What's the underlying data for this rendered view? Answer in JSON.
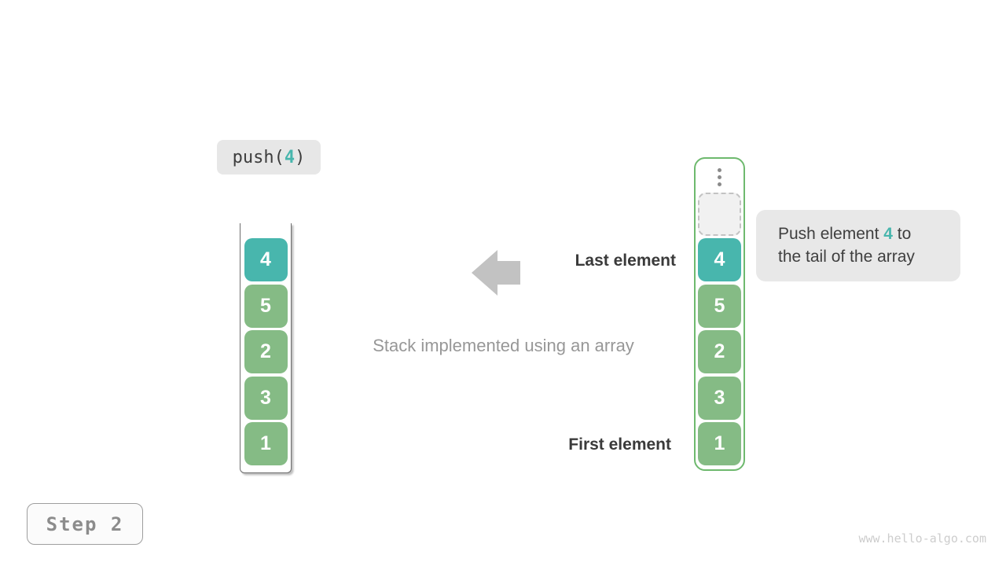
{
  "colors": {
    "teal": "#48b6ad",
    "green": "#85bb85",
    "green-border": "#6eb96e",
    "arrow-gray": "#c2c2c2"
  },
  "push_call": {
    "prefix": "push(",
    "arg": "4",
    "suffix": ")"
  },
  "left_stack": {
    "items": [
      {
        "value": "4",
        "highlight": true
      },
      {
        "value": "5",
        "highlight": false
      },
      {
        "value": "2",
        "highlight": false
      },
      {
        "value": "3",
        "highlight": false
      },
      {
        "value": "1",
        "highlight": false
      }
    ]
  },
  "right_stack": {
    "items": [
      {
        "value": "4",
        "highlight": true
      },
      {
        "value": "5",
        "highlight": false
      },
      {
        "value": "2",
        "highlight": false
      },
      {
        "value": "3",
        "highlight": false
      },
      {
        "value": "1",
        "highlight": false
      }
    ]
  },
  "labels": {
    "last_element": "Last element",
    "first_element": "First element",
    "caption": "Stack implemented using an array"
  },
  "callout": {
    "line1_before": "Push element ",
    "line1_highlight": "4",
    "line1_after": " to",
    "line2": "the tail of the array"
  },
  "step_badge": {
    "label": "Step 2"
  },
  "watermark": {
    "text": "www.hello-algo.com"
  }
}
